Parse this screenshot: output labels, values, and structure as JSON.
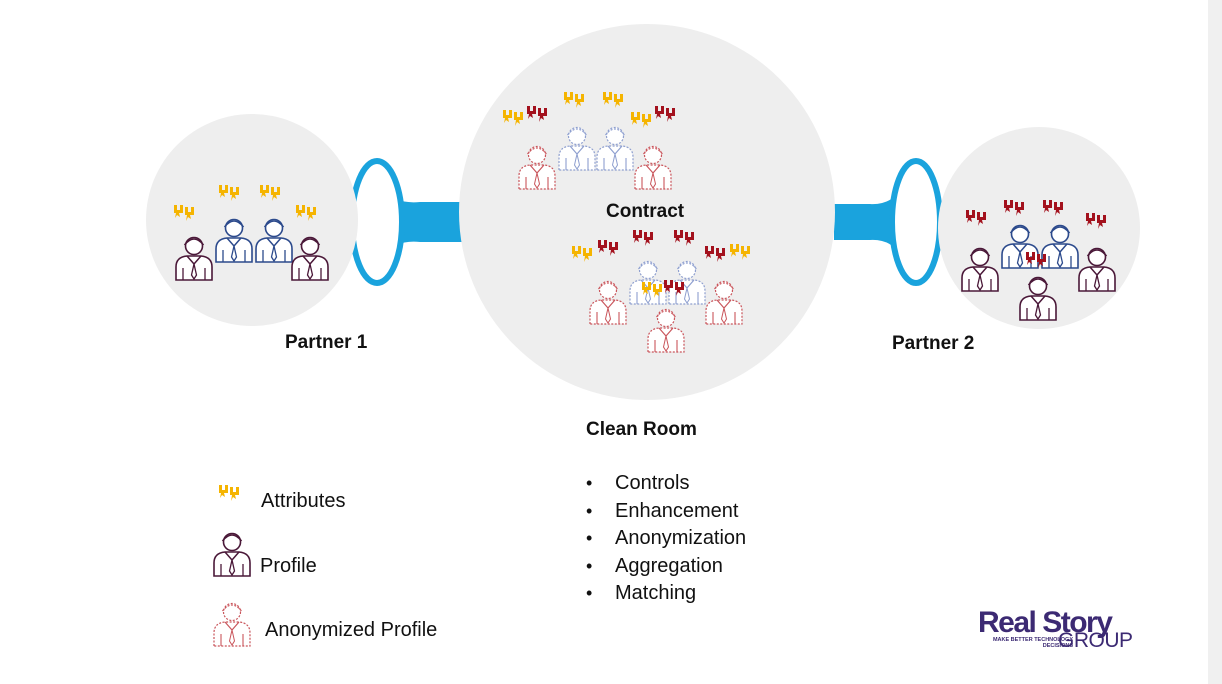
{
  "nodes": {
    "partner1": "Partner 1",
    "partner2": "Partner 2",
    "contract": "Contract",
    "clean_room": "Clean Room"
  },
  "features": [
    "Controls",
    "Enhancement",
    "Anonymization",
    "Aggregation",
    "Matching"
  ],
  "legend": {
    "attributes": "Attributes",
    "profile": "Profile",
    "anonymized_profile": "Anonymized Profile"
  },
  "logo": {
    "main": "Real Story",
    "tagline": "MAKE BETTER TECHNOLOGY DECISIONS",
    "group": "GROUP"
  },
  "colors": {
    "circle": "#eeeeee",
    "funnel": "#1aa3dd",
    "profile_dark": "#4a1838",
    "profile_blue": "#2c4a8c",
    "anon_pink": "#c9555b",
    "anon_blue": "#8e9fcf",
    "attr_yellow": "#f5b400",
    "attr_red": "#a3111d"
  }
}
